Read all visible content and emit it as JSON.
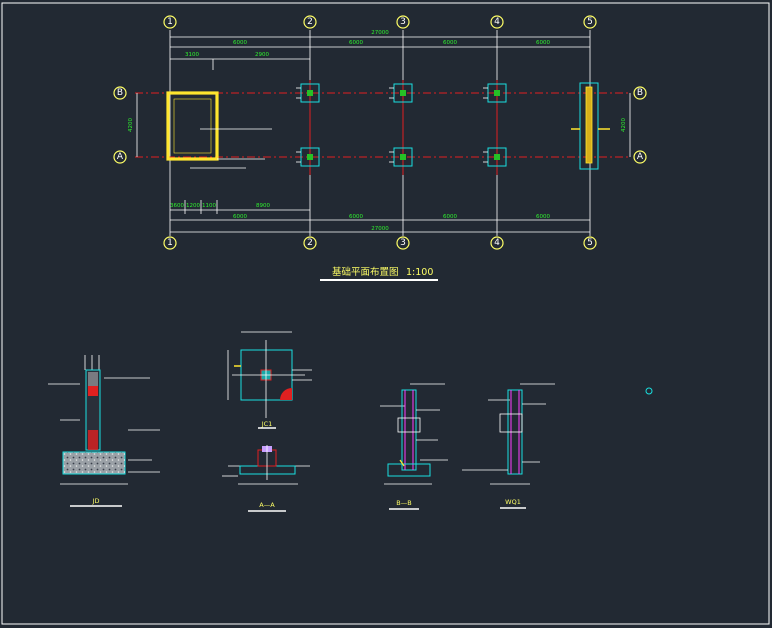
{
  "plan": {
    "title": "基础平面布置图",
    "scale": "1:100",
    "axes_numbers": [
      "1",
      "2",
      "3",
      "4",
      "5"
    ],
    "axes_letters": [
      "B",
      "A"
    ],
    "overall_dim": "27000",
    "bay_dims": [
      "6000",
      "6000",
      "6000",
      "6000"
    ],
    "top_sub_dims": [
      "3100",
      "2900"
    ],
    "bottom_sub_dims": [
      "3600",
      "1200",
      "1100",
      "8900"
    ],
    "side_dim": "4200"
  },
  "details": {
    "labels": [
      "JD",
      "JC1",
      "A—A",
      "B—B",
      "WQ1"
    ]
  },
  "colors": {
    "background": "#222933",
    "axis_bubble": "#ffff66",
    "dimension": "#2ef02e",
    "axis_line": "#e02020",
    "outline": "#19e0e0",
    "wall": "#ffe62e"
  }
}
